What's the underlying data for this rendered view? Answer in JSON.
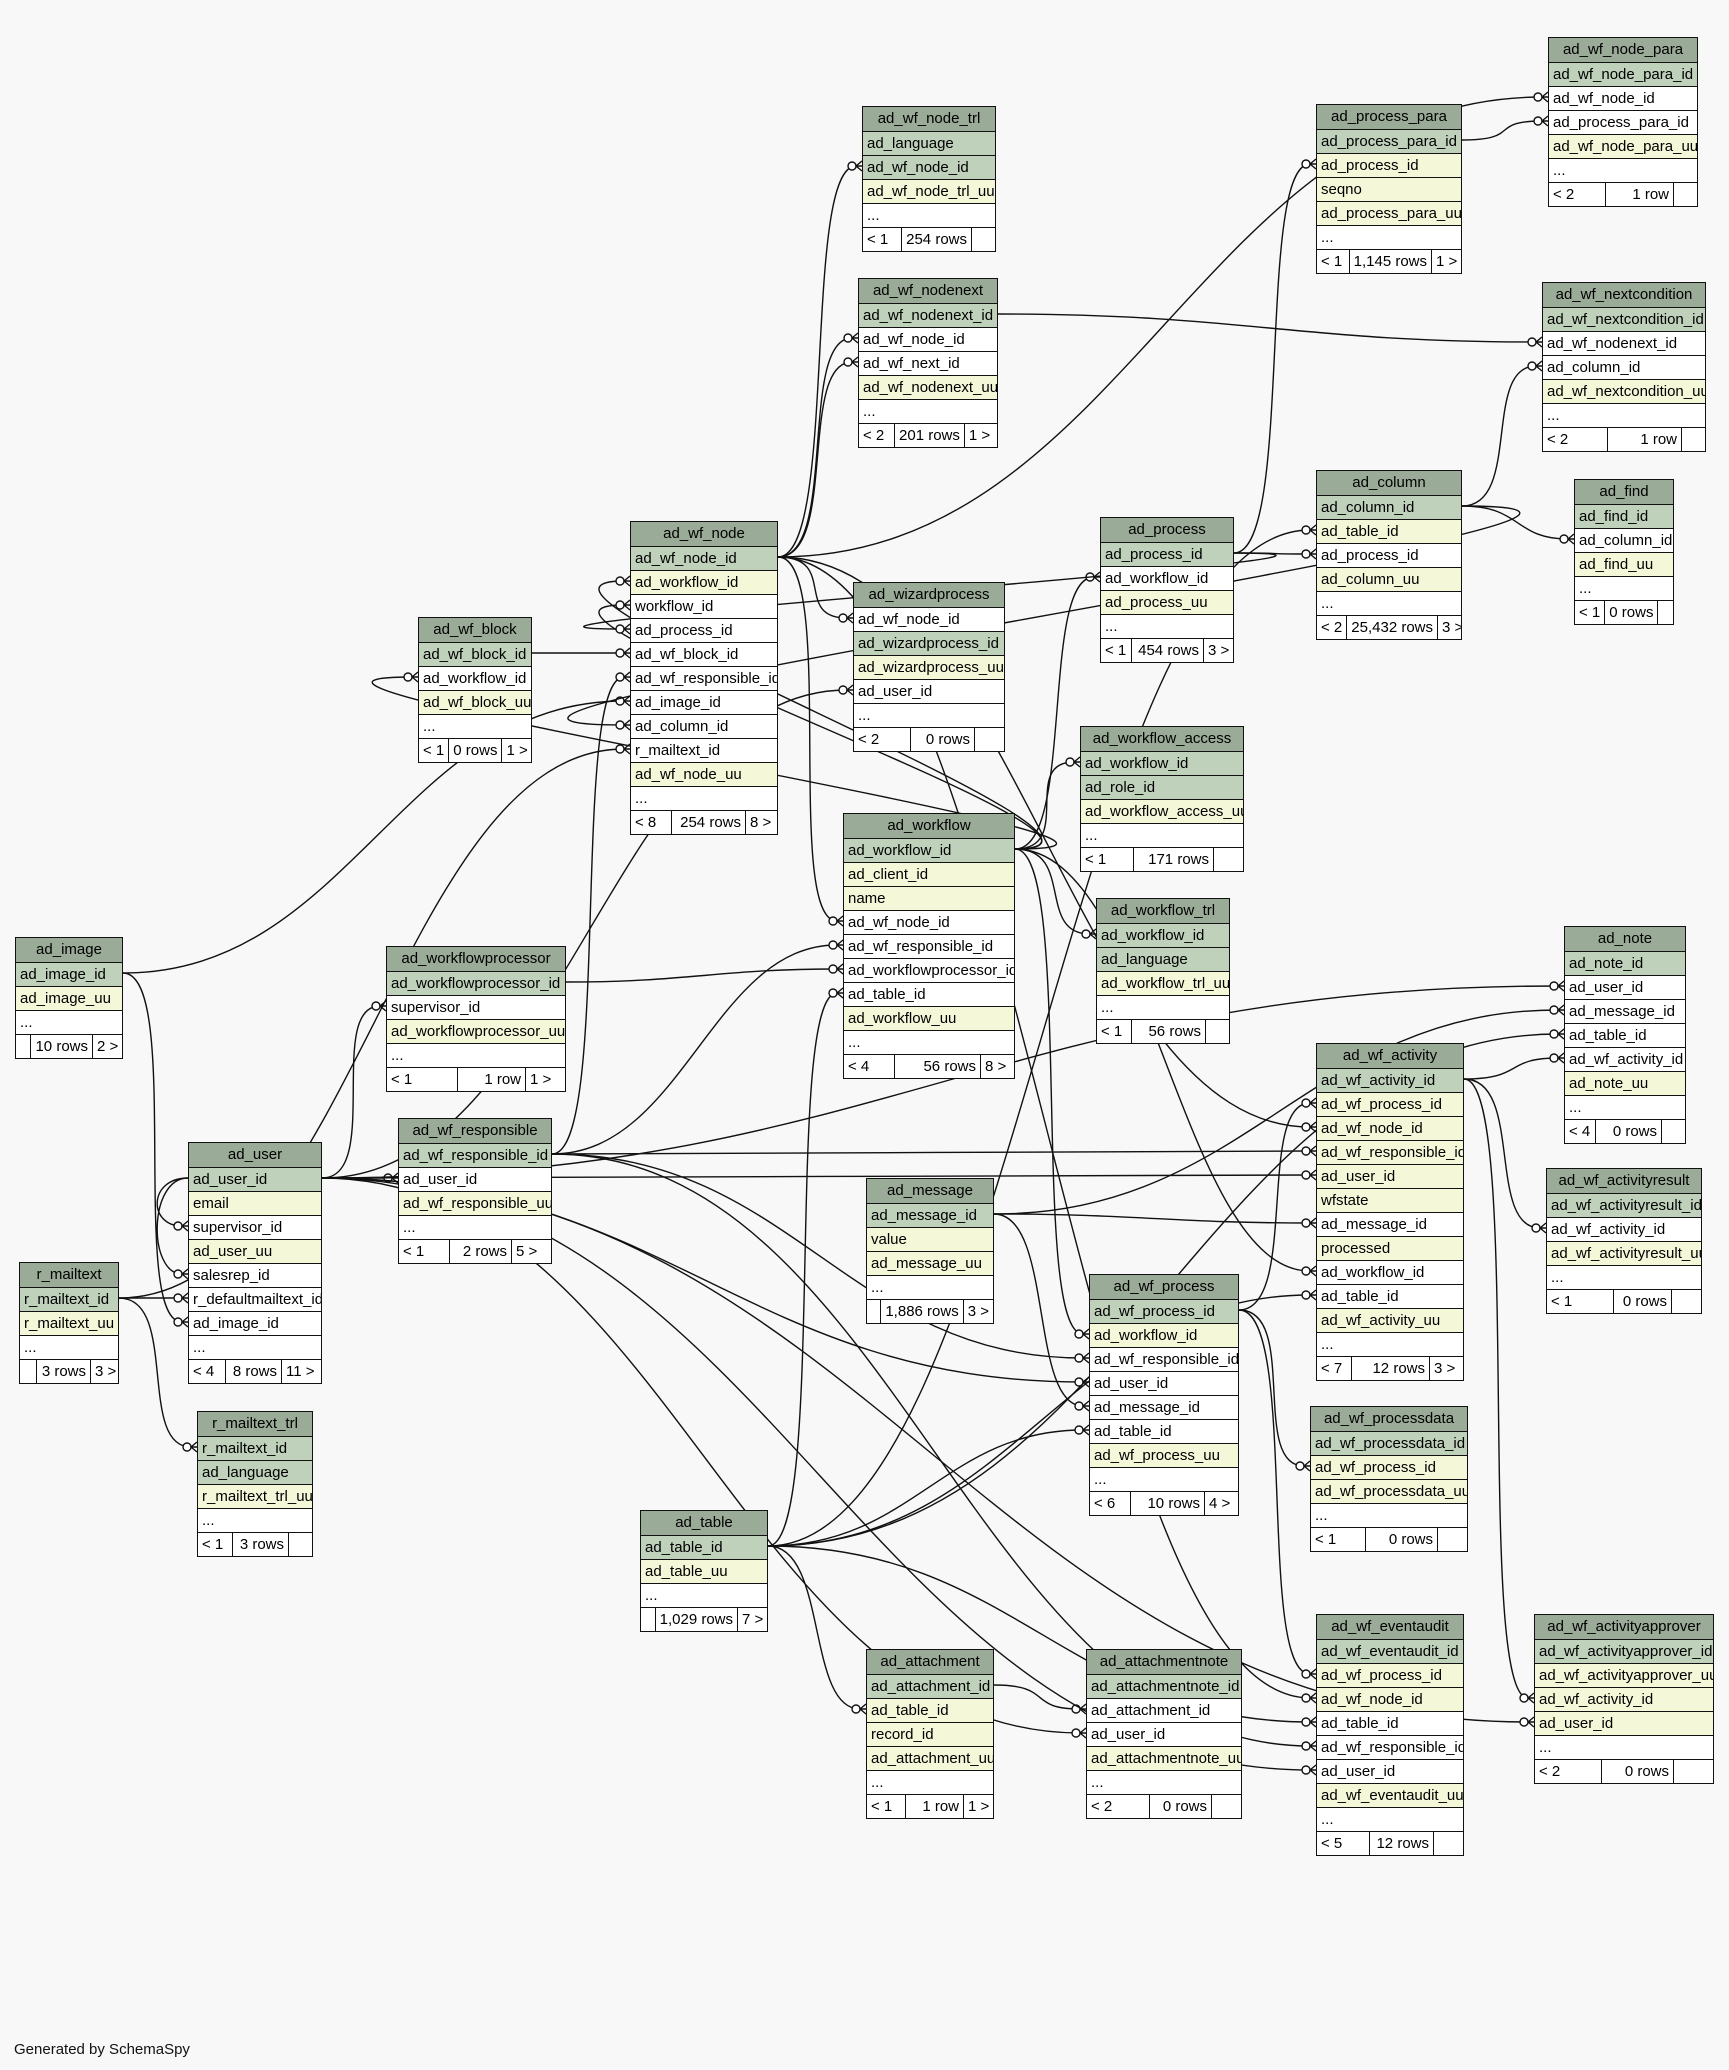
{
  "footer": "Generated by SchemaSpy",
  "tables": [
    {
      "name": "ad_wf_node_trl",
      "cols": [
        [
          "ad_language",
          "pk"
        ],
        [
          "ad_wf_node_id",
          "pk"
        ],
        [
          "ad_wf_node_trl_uu",
          "idx"
        ],
        [
          "...",
          "plain"
        ]
      ],
      "foot": [
        "< 1",
        "254 rows",
        ""
      ]
    },
    {
      "name": "ad_wf_nodenext",
      "cols": [
        [
          "ad_wf_nodenext_id",
          "pk"
        ],
        [
          "ad_wf_node_id",
          "plain"
        ],
        [
          "ad_wf_next_id",
          "plain"
        ],
        [
          "ad_wf_nodenext_uu",
          "idx"
        ],
        [
          "...",
          "plain"
        ]
      ],
      "foot": [
        "< 2",
        "201 rows",
        "1 >"
      ]
    },
    {
      "name": "ad_process_para",
      "cols": [
        [
          "ad_process_para_id",
          "pk"
        ],
        [
          "ad_process_id",
          "idx"
        ],
        [
          "seqno",
          "idx"
        ],
        [
          "ad_process_para_uu",
          "idx"
        ],
        [
          "...",
          "plain"
        ]
      ],
      "foot": [
        "< 1",
        "1,145 rows",
        "1 >"
      ]
    },
    {
      "name": "ad_wf_node_para",
      "cols": [
        [
          "ad_wf_node_para_id",
          "pk"
        ],
        [
          "ad_wf_node_id",
          "plain"
        ],
        [
          "ad_process_para_id",
          "plain"
        ],
        [
          "ad_wf_node_para_uu",
          "idx"
        ],
        [
          "...",
          "plain"
        ]
      ],
      "foot": [
        "< 2",
        "1 row",
        ""
      ]
    },
    {
      "name": "ad_wf_nextcondition",
      "cols": [
        [
          "ad_wf_nextcondition_id",
          "pk"
        ],
        [
          "ad_wf_nodenext_id",
          "plain"
        ],
        [
          "ad_column_id",
          "plain"
        ],
        [
          "ad_wf_nextcondition_uu",
          "idx"
        ],
        [
          "...",
          "plain"
        ]
      ],
      "foot": [
        "< 2",
        "1 row",
        ""
      ]
    },
    {
      "name": "ad_column",
      "cols": [
        [
          "ad_column_id",
          "pk"
        ],
        [
          "ad_table_id",
          "idx"
        ],
        [
          "ad_process_id",
          "plain"
        ],
        [
          "ad_column_uu",
          "idx"
        ],
        [
          "...",
          "plain"
        ]
      ],
      "foot": [
        "< 2",
        "25,432 rows",
        "3 >"
      ]
    },
    {
      "name": "ad_find",
      "cols": [
        [
          "ad_find_id",
          "pk"
        ],
        [
          "ad_column_id",
          "plain"
        ],
        [
          "ad_find_uu",
          "idx"
        ],
        [
          "...",
          "plain"
        ]
      ],
      "foot": [
        "< 1",
        "0 rows",
        ""
      ]
    },
    {
      "name": "ad_process",
      "cols": [
        [
          "ad_process_id",
          "pk"
        ],
        [
          "ad_workflow_id",
          "plain"
        ],
        [
          "ad_process_uu",
          "idx"
        ],
        [
          "...",
          "plain"
        ]
      ],
      "foot": [
        "< 1",
        "454 rows",
        "3 >"
      ]
    },
    {
      "name": "ad_wf_node",
      "cols": [
        [
          "ad_wf_node_id",
          "pk"
        ],
        [
          "ad_workflow_id",
          "idx"
        ],
        [
          "workflow_id",
          "plain"
        ],
        [
          "ad_process_id",
          "plain"
        ],
        [
          "ad_wf_block_id",
          "plain"
        ],
        [
          "ad_wf_responsible_id",
          "plain"
        ],
        [
          "ad_image_id",
          "plain"
        ],
        [
          "ad_column_id",
          "plain"
        ],
        [
          "r_mailtext_id",
          "plain"
        ],
        [
          "ad_wf_node_uu",
          "idx"
        ],
        [
          "...",
          "plain"
        ]
      ],
      "foot": [
        "< 8",
        "254 rows",
        "8 >"
      ]
    },
    {
      "name": "ad_wizardprocess",
      "cols": [
        [
          "ad_wf_node_id",
          "plain"
        ],
        [
          "ad_wizardprocess_id",
          "pk"
        ],
        [
          "ad_wizardprocess_uu",
          "idx"
        ],
        [
          "ad_user_id",
          "plain"
        ],
        [
          "...",
          "plain"
        ]
      ],
      "foot": [
        "< 2",
        "0 rows",
        ""
      ]
    },
    {
      "name": "ad_wf_block",
      "cols": [
        [
          "ad_wf_block_id",
          "pk"
        ],
        [
          "ad_workflow_id",
          "plain"
        ],
        [
          "ad_wf_block_uu",
          "idx"
        ],
        [
          "...",
          "plain"
        ]
      ],
      "foot": [
        "< 1",
        "0 rows",
        "1 >"
      ]
    },
    {
      "name": "ad_workflow_access",
      "cols": [
        [
          "ad_workflow_id",
          "pk"
        ],
        [
          "ad_role_id",
          "pk"
        ],
        [
          "ad_workflow_access_uu",
          "idx"
        ],
        [
          "...",
          "plain"
        ]
      ],
      "foot": [
        "< 1",
        "171 rows",
        ""
      ]
    },
    {
      "name": "ad_workflow",
      "cols": [
        [
          "ad_workflow_id",
          "pk"
        ],
        [
          "ad_client_id",
          "idx"
        ],
        [
          "name",
          "idx"
        ],
        [
          "ad_wf_node_id",
          "plain"
        ],
        [
          "ad_wf_responsible_id",
          "plain"
        ],
        [
          "ad_workflowprocessor_id",
          "plain"
        ],
        [
          "ad_table_id",
          "plain"
        ],
        [
          "ad_workflow_uu",
          "idx"
        ],
        [
          "...",
          "plain"
        ]
      ],
      "foot": [
        "< 4",
        "56 rows",
        "8 >"
      ]
    },
    {
      "name": "ad_workflow_trl",
      "cols": [
        [
          "ad_workflow_id",
          "pk"
        ],
        [
          "ad_language",
          "pk"
        ],
        [
          "ad_workflow_trl_uu",
          "idx"
        ],
        [
          "...",
          "plain"
        ]
      ],
      "foot": [
        "< 1",
        "56 rows",
        ""
      ]
    },
    {
      "name": "ad_image",
      "cols": [
        [
          "ad_image_id",
          "pk"
        ],
        [
          "ad_image_uu",
          "idx"
        ],
        [
          "...",
          "plain"
        ]
      ],
      "foot": [
        "",
        "10 rows",
        "2 >"
      ]
    },
    {
      "name": "ad_workflowprocessor",
      "cols": [
        [
          "ad_workflowprocessor_id",
          "pk"
        ],
        [
          "supervisor_id",
          "plain"
        ],
        [
          "ad_workflowprocessor_uu",
          "idx"
        ],
        [
          "...",
          "plain"
        ]
      ],
      "foot": [
        "< 1",
        "1 row",
        "1 >"
      ]
    },
    {
      "name": "ad_note",
      "cols": [
        [
          "ad_note_id",
          "pk"
        ],
        [
          "ad_user_id",
          "plain"
        ],
        [
          "ad_message_id",
          "plain"
        ],
        [
          "ad_table_id",
          "plain"
        ],
        [
          "ad_wf_activity_id",
          "plain"
        ],
        [
          "ad_note_uu",
          "idx"
        ],
        [
          "...",
          "plain"
        ]
      ],
      "foot": [
        "< 4",
        "0 rows",
        ""
      ]
    },
    {
      "name": "ad_wf_activity",
      "cols": [
        [
          "ad_wf_activity_id",
          "pk"
        ],
        [
          "ad_wf_process_id",
          "idx"
        ],
        [
          "ad_wf_node_id",
          "idx"
        ],
        [
          "ad_wf_responsible_id",
          "idx"
        ],
        [
          "ad_user_id",
          "idx"
        ],
        [
          "wfstate",
          "idx"
        ],
        [
          "ad_message_id",
          "plain"
        ],
        [
          "processed",
          "idx"
        ],
        [
          "ad_workflow_id",
          "plain"
        ],
        [
          "ad_table_id",
          "plain"
        ],
        [
          "ad_wf_activity_uu",
          "idx"
        ],
        [
          "...",
          "plain"
        ]
      ],
      "foot": [
        "< 7",
        "12 rows",
        "3 >"
      ]
    },
    {
      "name": "ad_user",
      "cols": [
        [
          "ad_user_id",
          "pk"
        ],
        [
          "email",
          "idx"
        ],
        [
          "supervisor_id",
          "plain"
        ],
        [
          "ad_user_uu",
          "idx"
        ],
        [
          "salesrep_id",
          "plain"
        ],
        [
          "r_defaultmailtext_id",
          "plain"
        ],
        [
          "ad_image_id",
          "plain"
        ],
        [
          "...",
          "plain"
        ]
      ],
      "foot": [
        "< 4",
        "8 rows",
        "11 >"
      ]
    },
    {
      "name": "ad_wf_responsible",
      "cols": [
        [
          "ad_wf_responsible_id",
          "pk"
        ],
        [
          "ad_user_id",
          "plain"
        ],
        [
          "ad_wf_responsible_uu",
          "idx"
        ],
        [
          "...",
          "plain"
        ]
      ],
      "foot": [
        "< 1",
        "2 rows",
        "5 >"
      ]
    },
    {
      "name": "ad_message",
      "cols": [
        [
          "ad_message_id",
          "pk"
        ],
        [
          "value",
          "idx"
        ],
        [
          "ad_message_uu",
          "idx"
        ],
        [
          "...",
          "plain"
        ]
      ],
      "foot": [
        "",
        "1,886 rows",
        "3 >"
      ]
    },
    {
      "name": "ad_wf_activityresult",
      "cols": [
        [
          "ad_wf_activityresult_id",
          "pk"
        ],
        [
          "ad_wf_activity_id",
          "plain"
        ],
        [
          "ad_wf_activityresult_uu",
          "idx"
        ],
        [
          "...",
          "plain"
        ]
      ],
      "foot": [
        "< 1",
        "0 rows",
        ""
      ]
    },
    {
      "name": "r_mailtext",
      "cols": [
        [
          "r_mailtext_id",
          "pk"
        ],
        [
          "r_mailtext_uu",
          "idx"
        ],
        [
          "...",
          "plain"
        ]
      ],
      "foot": [
        "",
        "3 rows",
        "3 >"
      ]
    },
    {
      "name": "ad_wf_process",
      "cols": [
        [
          "ad_wf_process_id",
          "pk"
        ],
        [
          "ad_workflow_id",
          "idx"
        ],
        [
          "ad_wf_responsible_id",
          "plain"
        ],
        [
          "ad_user_id",
          "plain"
        ],
        [
          "ad_message_id",
          "plain"
        ],
        [
          "ad_table_id",
          "plain"
        ],
        [
          "ad_wf_process_uu",
          "idx"
        ],
        [
          "...",
          "plain"
        ]
      ],
      "foot": [
        "< 6",
        "10 rows",
        "4 >"
      ]
    },
    {
      "name": "r_mailtext_trl",
      "cols": [
        [
          "r_mailtext_id",
          "pk"
        ],
        [
          "ad_language",
          "pk"
        ],
        [
          "r_mailtext_trl_uu",
          "idx"
        ],
        [
          "...",
          "plain"
        ]
      ],
      "foot": [
        "< 1",
        "3 rows",
        ""
      ]
    },
    {
      "name": "ad_wf_processdata",
      "cols": [
        [
          "ad_wf_processdata_id",
          "pk"
        ],
        [
          "ad_wf_process_id",
          "idx"
        ],
        [
          "ad_wf_processdata_uu",
          "idx"
        ],
        [
          "...",
          "plain"
        ]
      ],
      "foot": [
        "< 1",
        "0 rows",
        ""
      ]
    },
    {
      "name": "ad_table",
      "cols": [
        [
          "ad_table_id",
          "pk"
        ],
        [
          "ad_table_uu",
          "idx"
        ],
        [
          "...",
          "plain"
        ]
      ],
      "foot": [
        "",
        "1,029 rows",
        "7 >"
      ]
    },
    {
      "name": "ad_attachment",
      "cols": [
        [
          "ad_attachment_id",
          "pk"
        ],
        [
          "ad_table_id",
          "idx"
        ],
        [
          "record_id",
          "idx"
        ],
        [
          "ad_attachment_uu",
          "idx"
        ],
        [
          "...",
          "plain"
        ]
      ],
      "foot": [
        "< 1",
        "1 row",
        "1 >"
      ]
    },
    {
      "name": "ad_attachmentnote",
      "cols": [
        [
          "ad_attachmentnote_id",
          "pk"
        ],
        [
          "ad_attachment_id",
          "plain"
        ],
        [
          "ad_user_id",
          "plain"
        ],
        [
          "ad_attachmentnote_uu",
          "idx"
        ],
        [
          "...",
          "plain"
        ]
      ],
      "foot": [
        "< 2",
        "0 rows",
        ""
      ]
    },
    {
      "name": "ad_wf_eventaudit",
      "cols": [
        [
          "ad_wf_eventaudit_id",
          "pk"
        ],
        [
          "ad_wf_process_id",
          "idx"
        ],
        [
          "ad_wf_node_id",
          "idx"
        ],
        [
          "ad_table_id",
          "plain"
        ],
        [
          "ad_wf_responsible_id",
          "plain"
        ],
        [
          "ad_user_id",
          "plain"
        ],
        [
          "ad_wf_eventaudit_uu",
          "idx"
        ],
        [
          "...",
          "plain"
        ]
      ],
      "foot": [
        "< 5",
        "12 rows",
        ""
      ]
    },
    {
      "name": "ad_wf_activityapprover",
      "cols": [
        [
          "ad_wf_activityapprover_id",
          "pk"
        ],
        [
          "ad_wf_activityapprover_uu",
          "idx"
        ],
        [
          "ad_wf_activity_id",
          "idx"
        ],
        [
          "ad_user_id",
          "idx"
        ],
        [
          "...",
          "plain"
        ]
      ],
      "foot": [
        "< 2",
        "0 rows",
        ""
      ]
    }
  ]
}
